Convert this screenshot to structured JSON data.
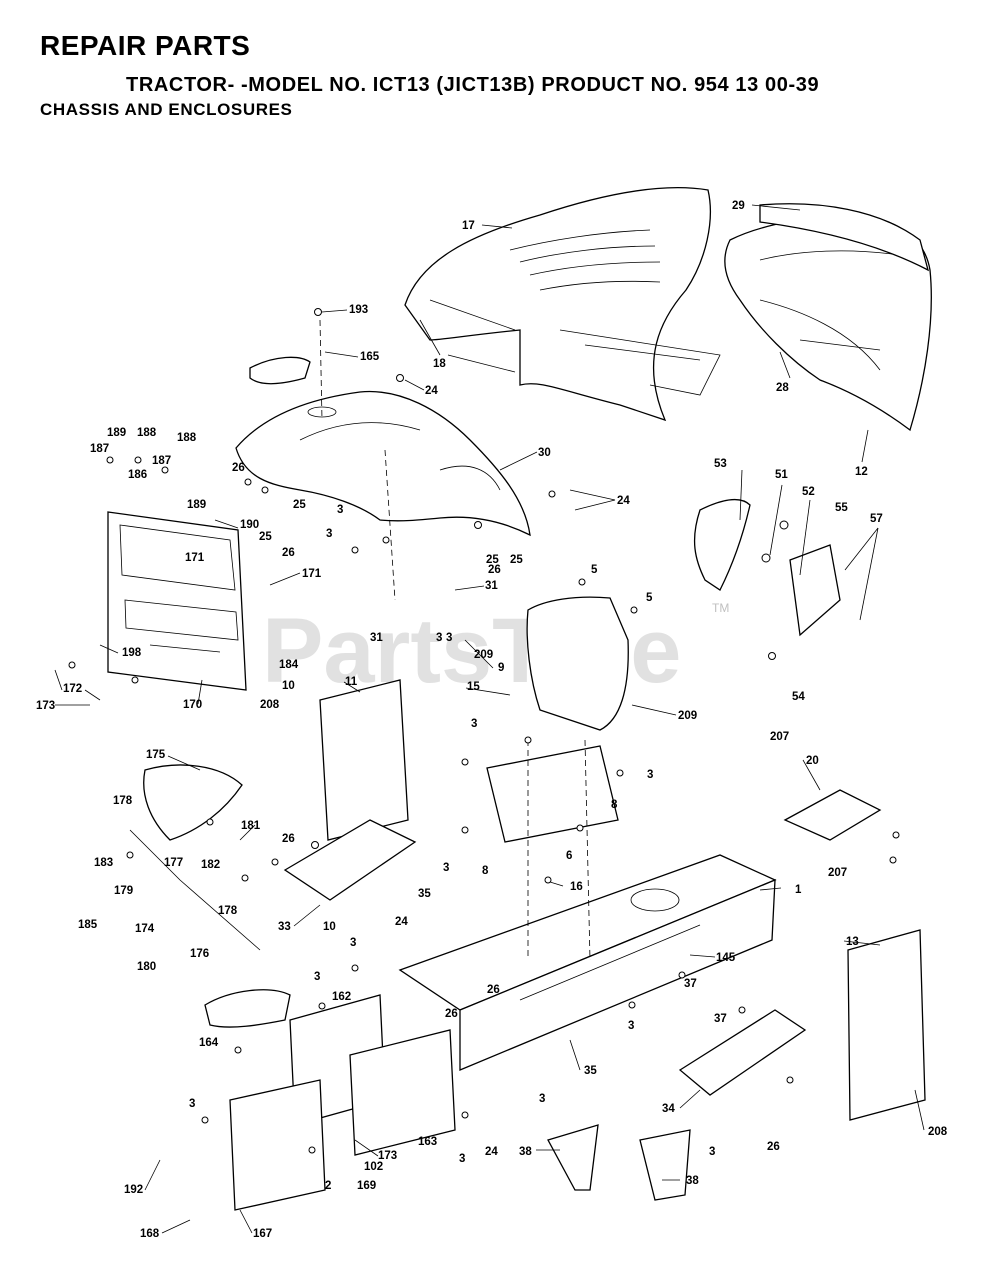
{
  "header": {
    "title": "REPAIR PARTS",
    "subtitle": "TRACTOR- -MODEL NO. ICT13 (JICT13B) PRODUCT NO. 954 13 00-39",
    "section": "CHASSIS AND ENCLOSURES"
  },
  "watermark": {
    "text": "PartsTree",
    "tm": "TM"
  },
  "callouts": [
    "17",
    "29",
    "193",
    "165",
    "24",
    "18",
    "28",
    "12",
    "189",
    "188",
    "188",
    "187",
    "187",
    "186",
    "189",
    "26",
    "25",
    "30",
    "24",
    "3",
    "3",
    "25",
    "26",
    "25",
    "53",
    "51",
    "52",
    "55",
    "57",
    "190",
    "171",
    "25",
    "26",
    "171",
    "31",
    "5",
    "5",
    "31",
    "3",
    "3",
    "209",
    "9",
    "54",
    "184",
    "10",
    "198",
    "172",
    "173",
    "170",
    "15",
    "209",
    "11",
    "208",
    "3",
    "3",
    "207",
    "20",
    "175",
    "178",
    "181",
    "8",
    "183",
    "177",
    "182",
    "26",
    "3",
    "8",
    "6",
    "207",
    "179",
    "178",
    "35",
    "16",
    "1",
    "185",
    "174",
    "33",
    "10",
    "24",
    "180",
    "176",
    "13",
    "3",
    "145",
    "3",
    "26",
    "37",
    "162",
    "26",
    "37",
    "164",
    "3",
    "35",
    "34",
    "3",
    "3",
    "163",
    "24",
    "38",
    "26",
    "208",
    "3",
    "38",
    "3",
    "173",
    "192",
    "102",
    "169",
    "2",
    "168",
    "167"
  ]
}
